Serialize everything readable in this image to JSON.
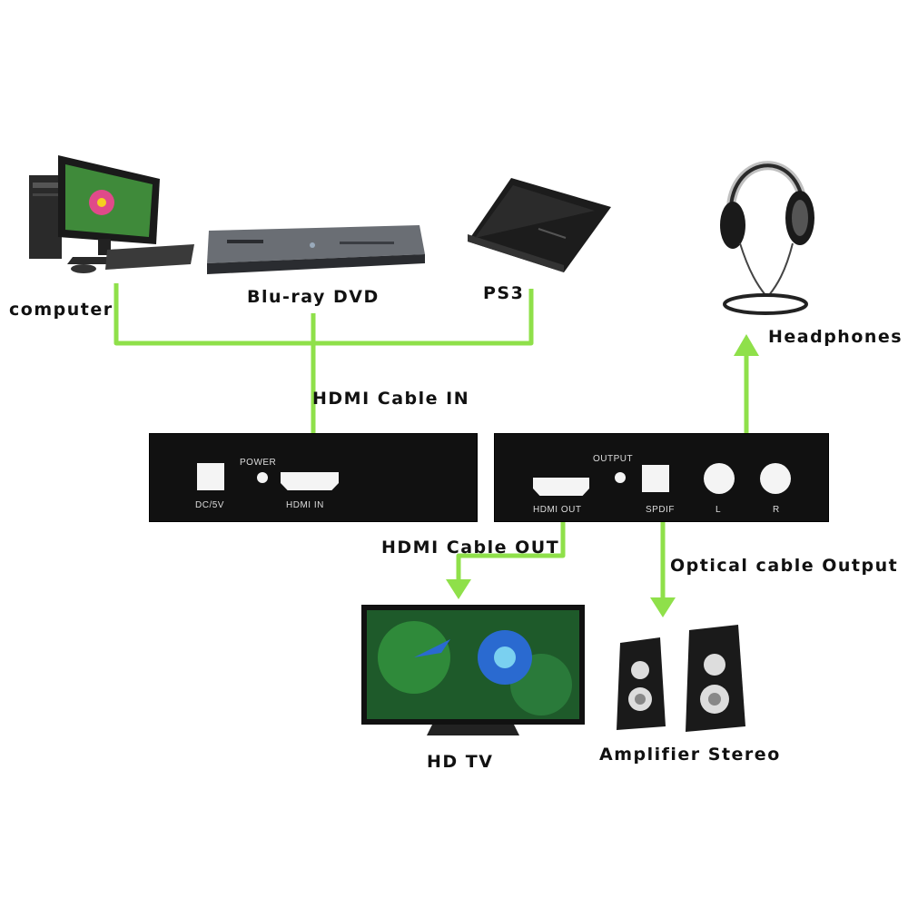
{
  "labels": {
    "computer": "computer",
    "bluray": "Blu-ray DVD",
    "ps3": "PS3",
    "headphones": "Headphones",
    "hdmi_cable_in": "HDMI Cable IN",
    "hdmi_cable_out": "HDMI Cable OUT",
    "optical_output": "Optical cable Output",
    "hdtv": "HD TV",
    "amplifier": "Amplifier Stereo"
  },
  "left_panel": {
    "dc_label": "DC/5V",
    "power_label": "POWER",
    "hdmi_in_label": "HDMI IN"
  },
  "right_panel": {
    "output_label": "OUTPUT",
    "hdmi_out_label": "HDMI OUT",
    "spdif_label": "SPDIF",
    "l_label": "L",
    "r_label": "R"
  },
  "colors": {
    "connector_line": "#8fe04a",
    "panel": "#111111",
    "label_text": "#111111"
  },
  "icons": [
    "computer-icon",
    "bluray-player-icon",
    "ps3-console-icon",
    "headphones-icon",
    "hd-tv-icon",
    "speakers-icon"
  ]
}
